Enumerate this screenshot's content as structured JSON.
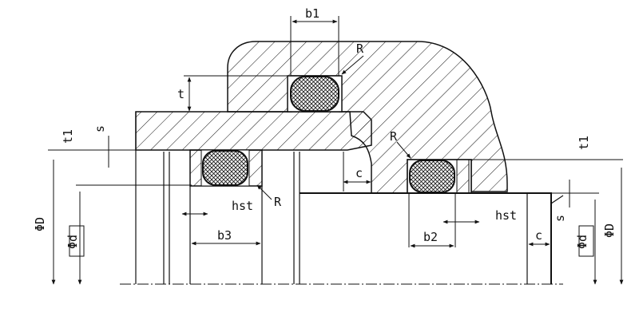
{
  "labels": {
    "b1": "b1",
    "R_top": "R",
    "R_mid": "R",
    "R_left": "R",
    "t": "t",
    "t1_left": "t1",
    "t1_right": "t1",
    "s_left": "s",
    "s_right": "s",
    "c_mid": "c",
    "c_right": "c",
    "hst_left": "hst",
    "hst_right": "hst",
    "b3": "b3",
    "b2": "b2",
    "phiD_left": "ΦD",
    "phiD_right": "ΦD",
    "phid_left": "Φd",
    "phid_right": "Φd"
  }
}
